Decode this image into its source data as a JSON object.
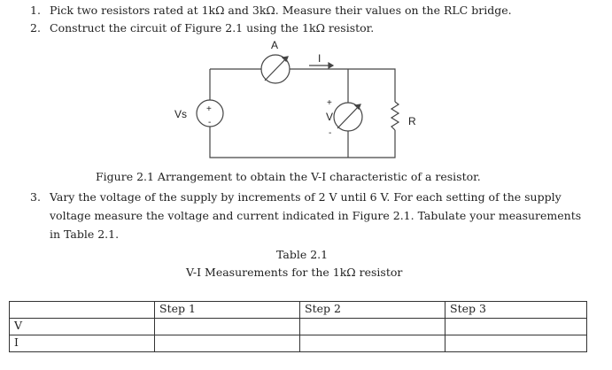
{
  "steps": [
    {
      "num": "1.",
      "text": "Pick two resistors rated at 1kΩ and 3kΩ. Measure their values on the RLC bridge."
    },
    {
      "num": "2.",
      "text": "Construct the circuit of Figure 2.1 using the 1kΩ resistor."
    },
    {
      "num": "3.",
      "lines": [
        "Vary the voltage of the supply by increments of 2 V until 6 V. For each setting of the supply",
        "voltage measure the voltage and current indicated in Figure 2.1. Tabulate your measurements",
        "in Table 2.1."
      ]
    }
  ],
  "figure": {
    "labels": {
      "ammeter": "A",
      "current": "I",
      "source": "Vs",
      "voltmeter": "V",
      "resistor": "R",
      "plus": "+",
      "minus": "-"
    },
    "caption": "Figure 2.1 Arrangement to obtain the V-I characteristic of a resistor."
  },
  "table": {
    "title": "Table 2.1",
    "subtitle": "V-I Measurements for the 1kΩ resistor",
    "headers": [
      "",
      "Step 1",
      "Step 2",
      "Step 3"
    ],
    "rows": [
      [
        "V",
        "",
        "",
        ""
      ],
      [
        "I",
        "",
        "",
        ""
      ]
    ]
  }
}
